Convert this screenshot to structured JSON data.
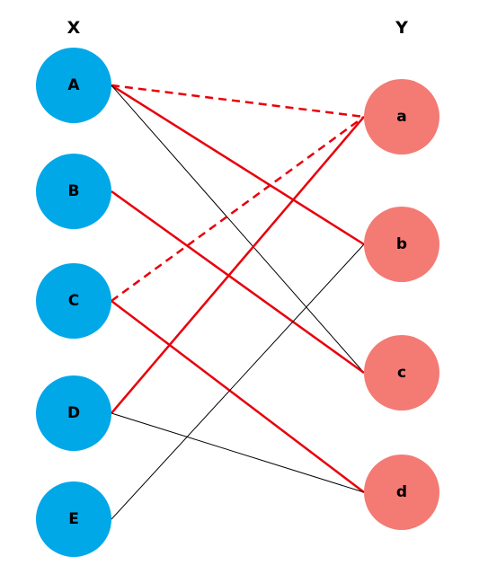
{
  "columns": {
    "left_header": "X",
    "right_header": "Y"
  },
  "left_nodes": [
    {
      "id": "A",
      "label": "A"
    },
    {
      "id": "B",
      "label": "B"
    },
    {
      "id": "C",
      "label": "C"
    },
    {
      "id": "D",
      "label": "D"
    },
    {
      "id": "E",
      "label": "E"
    }
  ],
  "right_nodes": [
    {
      "id": "a",
      "label": "a"
    },
    {
      "id": "b",
      "label": "b"
    },
    {
      "id": "c",
      "label": "c"
    },
    {
      "id": "d",
      "label": "d"
    }
  ],
  "edges": [
    {
      "from": "A",
      "to": "a",
      "style": "red-dashed"
    },
    {
      "from": "A",
      "to": "b",
      "style": "red-solid"
    },
    {
      "from": "A",
      "to": "c",
      "style": "black-thin"
    },
    {
      "from": "B",
      "to": "c",
      "style": "red-solid"
    },
    {
      "from": "C",
      "to": "a",
      "style": "red-dashed"
    },
    {
      "from": "C",
      "to": "d",
      "style": "red-solid"
    },
    {
      "from": "D",
      "to": "a",
      "style": "red-solid"
    },
    {
      "from": "D",
      "to": "d",
      "style": "black-thin"
    },
    {
      "from": "E",
      "to": "b",
      "style": "black-thin"
    }
  ],
  "colors": {
    "left_node_fill": "#00a8e8",
    "right_node_fill": "#f47a74",
    "matched_edge": "#e8000b",
    "unmatched_edge": "#000000"
  }
}
